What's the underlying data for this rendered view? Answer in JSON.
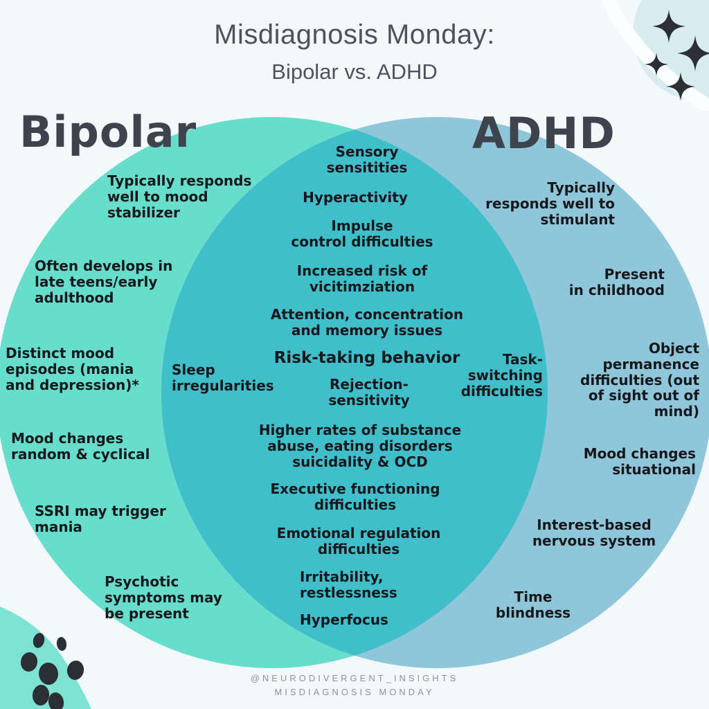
{
  "title": "Misdiagnosis Monday:",
  "subtitle": "Bipolar vs. ADHD",
  "venn": {
    "left_label": "Bipolar",
    "right_label": "ADHD",
    "colors": {
      "background": "#f3f9fa",
      "left_circle": "#67ddcb",
      "right_circle": "#8fc6d9",
      "overlap": "#40bec9",
      "heading_text": "#3e444e",
      "body_text": "#14171c",
      "footer_text": "#8b9299"
    },
    "left_items": [
      {
        "text": "Typically responds\nwell to mood\nstabilizer"
      },
      {
        "text": "Often develops in\nlate teens/early\nadulthood"
      },
      {
        "text": "Distinct mood\nepisodes (mania\nand depression)*"
      },
      {
        "text": "Mood changes\nrandom & cyclical"
      },
      {
        "text": "SSRI may trigger\nmania"
      },
      {
        "text": "Psychotic\nsymptoms may\nbe present"
      }
    ],
    "overlap_items": [
      {
        "text": "Sensory\nsensitities"
      },
      {
        "text": "Hyperactivity"
      },
      {
        "text": "Impulse\ncontrol difficulties"
      },
      {
        "text": "Increased risk of\nvicitimziation"
      },
      {
        "text": "Attention,  concentration\nand memory  issues"
      },
      {
        "text": "Risk-taking behavior"
      },
      {
        "text": "Sleep\nirregularities"
      },
      {
        "text": "Rejection-\nsensitivity"
      },
      {
        "text": "Task-\nswitching\ndifficulties"
      },
      {
        "text": "Higher rates of substance\nabuse, eating disorders\nsuicidality & OCD"
      },
      {
        "text": "Executive functioning\ndifficulties"
      },
      {
        "text": "Emotional regulation\ndifficulties"
      },
      {
        "text": "Irritability,\nrestlessness"
      },
      {
        "text": "Hyperfocus"
      }
    ],
    "right_items": [
      {
        "text": "Typically\nresponds well to\nstimulant"
      },
      {
        "text": "Present\nin childhood"
      },
      {
        "text": "Object\npermanence\ndifficulties (out\nof sight out of\nmind)"
      },
      {
        "text": "Mood changes\nsituational"
      },
      {
        "text": "Interest-based\nnervous system"
      },
      {
        "text": "Time\nblindness"
      }
    ]
  },
  "footer": {
    "line1": "@NEURODIVERGENT_INSIGHTS",
    "line2": "MISDIAGNOSIS MONDAY"
  }
}
